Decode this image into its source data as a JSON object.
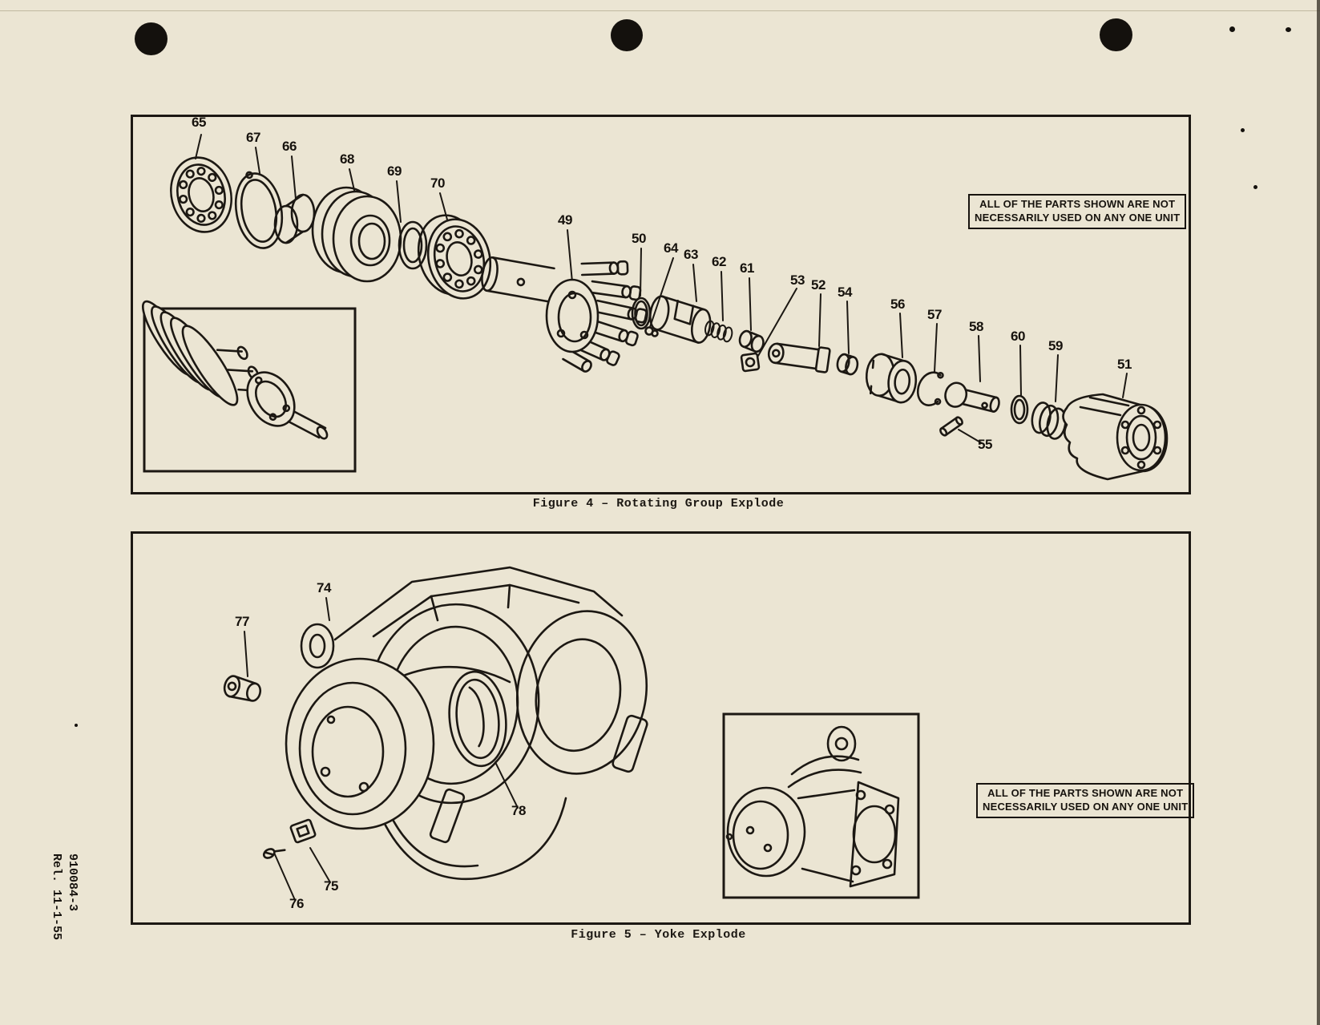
{
  "document": {
    "margin_note": {
      "line1": "910084-3",
      "line2": "Rel. 11-1-55"
    }
  },
  "figure4": {
    "caption": "Figure 4 – Rotating Group Explode",
    "note": {
      "line1": "ALL OF THE PARTS SHOWN ARE NOT",
      "line2": "NECESSARILY USED ON ANY ONE UNIT"
    },
    "callouts": [
      {
        "label": "65"
      },
      {
        "label": "67"
      },
      {
        "label": "66"
      },
      {
        "label": "68"
      },
      {
        "label": "69"
      },
      {
        "label": "70"
      },
      {
        "label": "49"
      },
      {
        "label": "50"
      },
      {
        "label": "64"
      },
      {
        "label": "63"
      },
      {
        "label": "62"
      },
      {
        "label": "61"
      },
      {
        "label": "53"
      },
      {
        "label": "52"
      },
      {
        "label": "54"
      },
      {
        "label": "56"
      },
      {
        "label": "57"
      },
      {
        "label": "58"
      },
      {
        "label": "60"
      },
      {
        "label": "59"
      },
      {
        "label": "51"
      },
      {
        "label": "55"
      }
    ]
  },
  "figure5": {
    "caption": "Figure 5 – Yoke Explode",
    "note": {
      "line1": "ALL OF THE PARTS SHOWN ARE NOT",
      "line2": "NECESSARILY USED ON ANY ONE UNIT"
    },
    "callouts": [
      {
        "label": "74"
      },
      {
        "label": "77"
      },
      {
        "label": "78"
      },
      {
        "label": "75"
      },
      {
        "label": "76"
      }
    ]
  },
  "colors": {
    "paper": "#ebe5d3",
    "ink": "#1c1813"
  }
}
